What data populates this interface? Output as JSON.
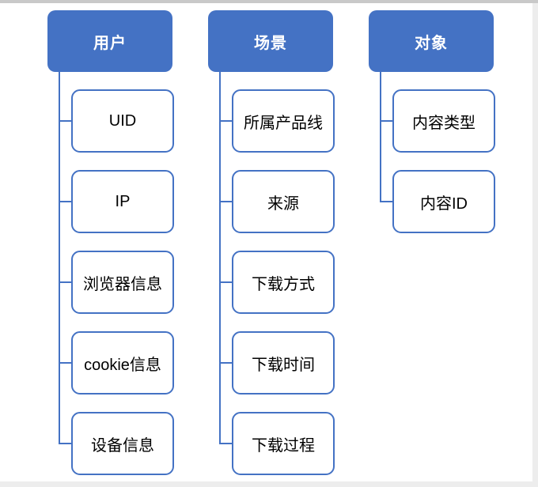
{
  "page": {
    "accent_color": "#4472C4",
    "top_border_color": "#c9c9c9",
    "edge_color": "#ededed",
    "background": "#ffffff"
  },
  "diagram": {
    "groups": [
      {
        "title": "用户",
        "children": [
          "UID",
          "IP",
          "浏览器信息",
          "cookie信息",
          "设备信息"
        ]
      },
      {
        "title": "场景",
        "children": [
          "所属产品线",
          "来源",
          "下载方式",
          "下载时间",
          "下载过程"
        ]
      },
      {
        "title": "对象",
        "children": [
          "内容类型",
          "内容ID"
        ]
      }
    ]
  }
}
